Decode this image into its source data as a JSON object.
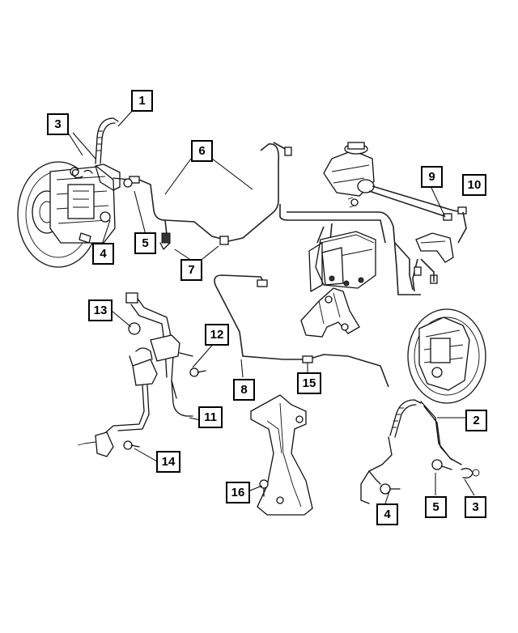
{
  "callouts": [
    {
      "id": "c1",
      "label": "1"
    },
    {
      "id": "c2",
      "label": "2"
    },
    {
      "id": "c3a",
      "label": "3"
    },
    {
      "id": "c3b",
      "label": "3"
    },
    {
      "id": "c4a",
      "label": "4"
    },
    {
      "id": "c4b",
      "label": "4"
    },
    {
      "id": "c5a",
      "label": "5"
    },
    {
      "id": "c5b",
      "label": "5"
    },
    {
      "id": "c6",
      "label": "6"
    },
    {
      "id": "c7",
      "label": "7"
    },
    {
      "id": "c8",
      "label": "8"
    },
    {
      "id": "c9",
      "label": "9"
    },
    {
      "id": "c10",
      "label": "10"
    },
    {
      "id": "c11",
      "label": "11"
    },
    {
      "id": "c12",
      "label": "12"
    },
    {
      "id": "c13",
      "label": "13"
    },
    {
      "id": "c14",
      "label": "14"
    },
    {
      "id": "c15",
      "label": "15"
    },
    {
      "id": "c16",
      "label": "16"
    }
  ]
}
